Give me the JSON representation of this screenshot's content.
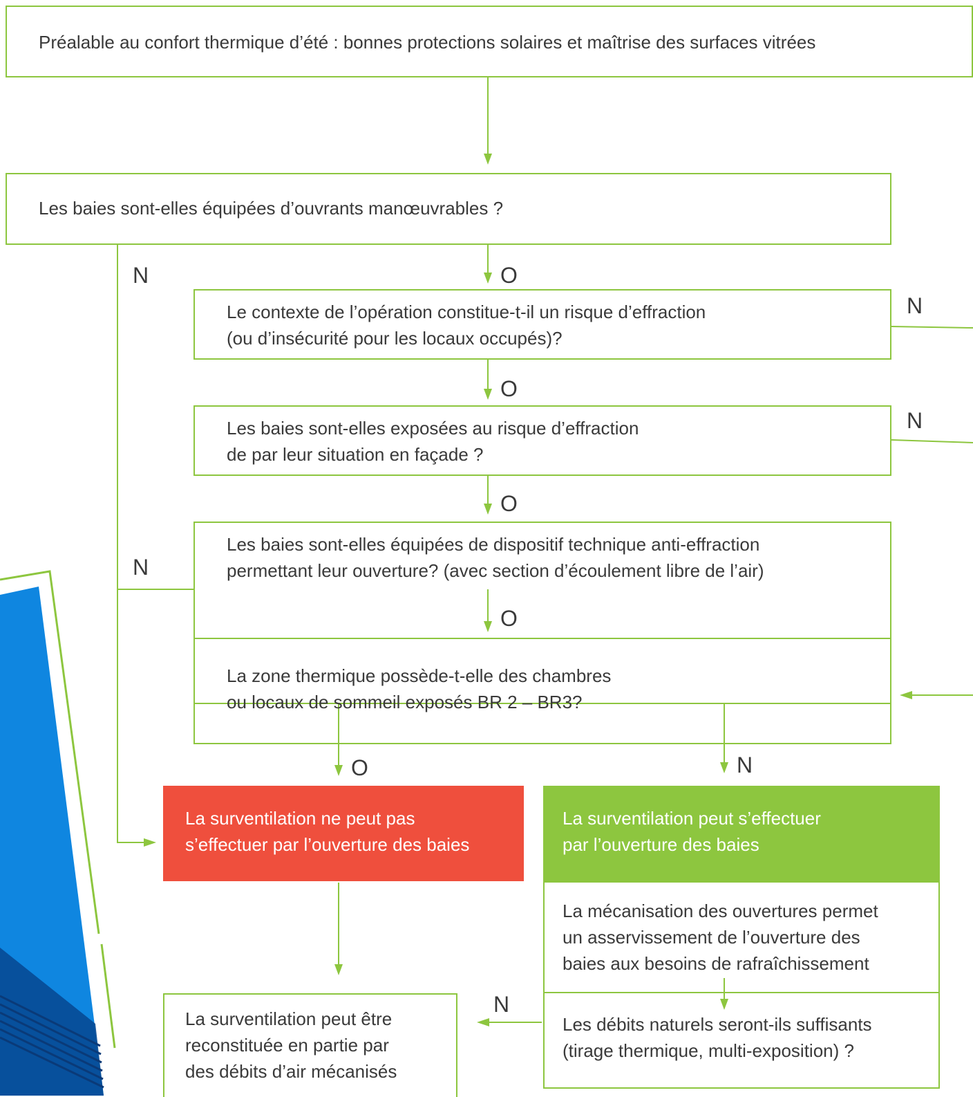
{
  "colors": {
    "line": "#8dc63f",
    "no_box": "#ef4f3d",
    "yes_box": "#8dc63f",
    "text": "#3a3a3a",
    "decor_blue": "#0f86e0"
  },
  "nodes": {
    "prerequisite": "Préalable au confort thermique d’été : bonnes protections solaires et maîtrise des surfaces vitrées",
    "q_openings": "Les baies sont-elles équipées d’ouvrants manœuvrables ?",
    "q_context": [
      "Le contexte de l’opération constitue-t-il un risque d’effraction",
      "(ou d’insécurité pour les locaux occupés)?"
    ],
    "q_exposed": [
      "Les baies sont-elles exposées au risque d’effraction",
      "de par leur situation en façade ?"
    ],
    "q_device": [
      "Les baies sont-elles équipées de dispositif technique anti-effraction",
      "permettant leur ouverture? (avec section d’écoulement libre de l’air)"
    ],
    "q_bedrooms": [
      "La zone thermique possède-t-elle des chambres",
      "ou locaux de sommeil exposés BR 2 – BR3?"
    ],
    "result_no": [
      "La surventilation ne peut pas",
      "s’effectuer par l’ouverture des baies"
    ],
    "result_yes": [
      "La surventilation peut s’effectuer",
      "par l’ouverture des baies"
    ],
    "mechanisation": [
      "La mécanisation des ouvertures permet",
      "un asservissement de l’ouverture des",
      "baies aux besoins de rafraîchissement"
    ],
    "q_natural_flow": [
      "Les débits naturels seront-ils suffisants",
      "(tirage thermique, multi-exposition) ?"
    ],
    "mechanical_flow": [
      "La surventilation peut être",
      "reconstituée en partie par",
      "des débits d’air mécanisés"
    ]
  },
  "labels": {
    "yes": "O",
    "no": "N"
  }
}
